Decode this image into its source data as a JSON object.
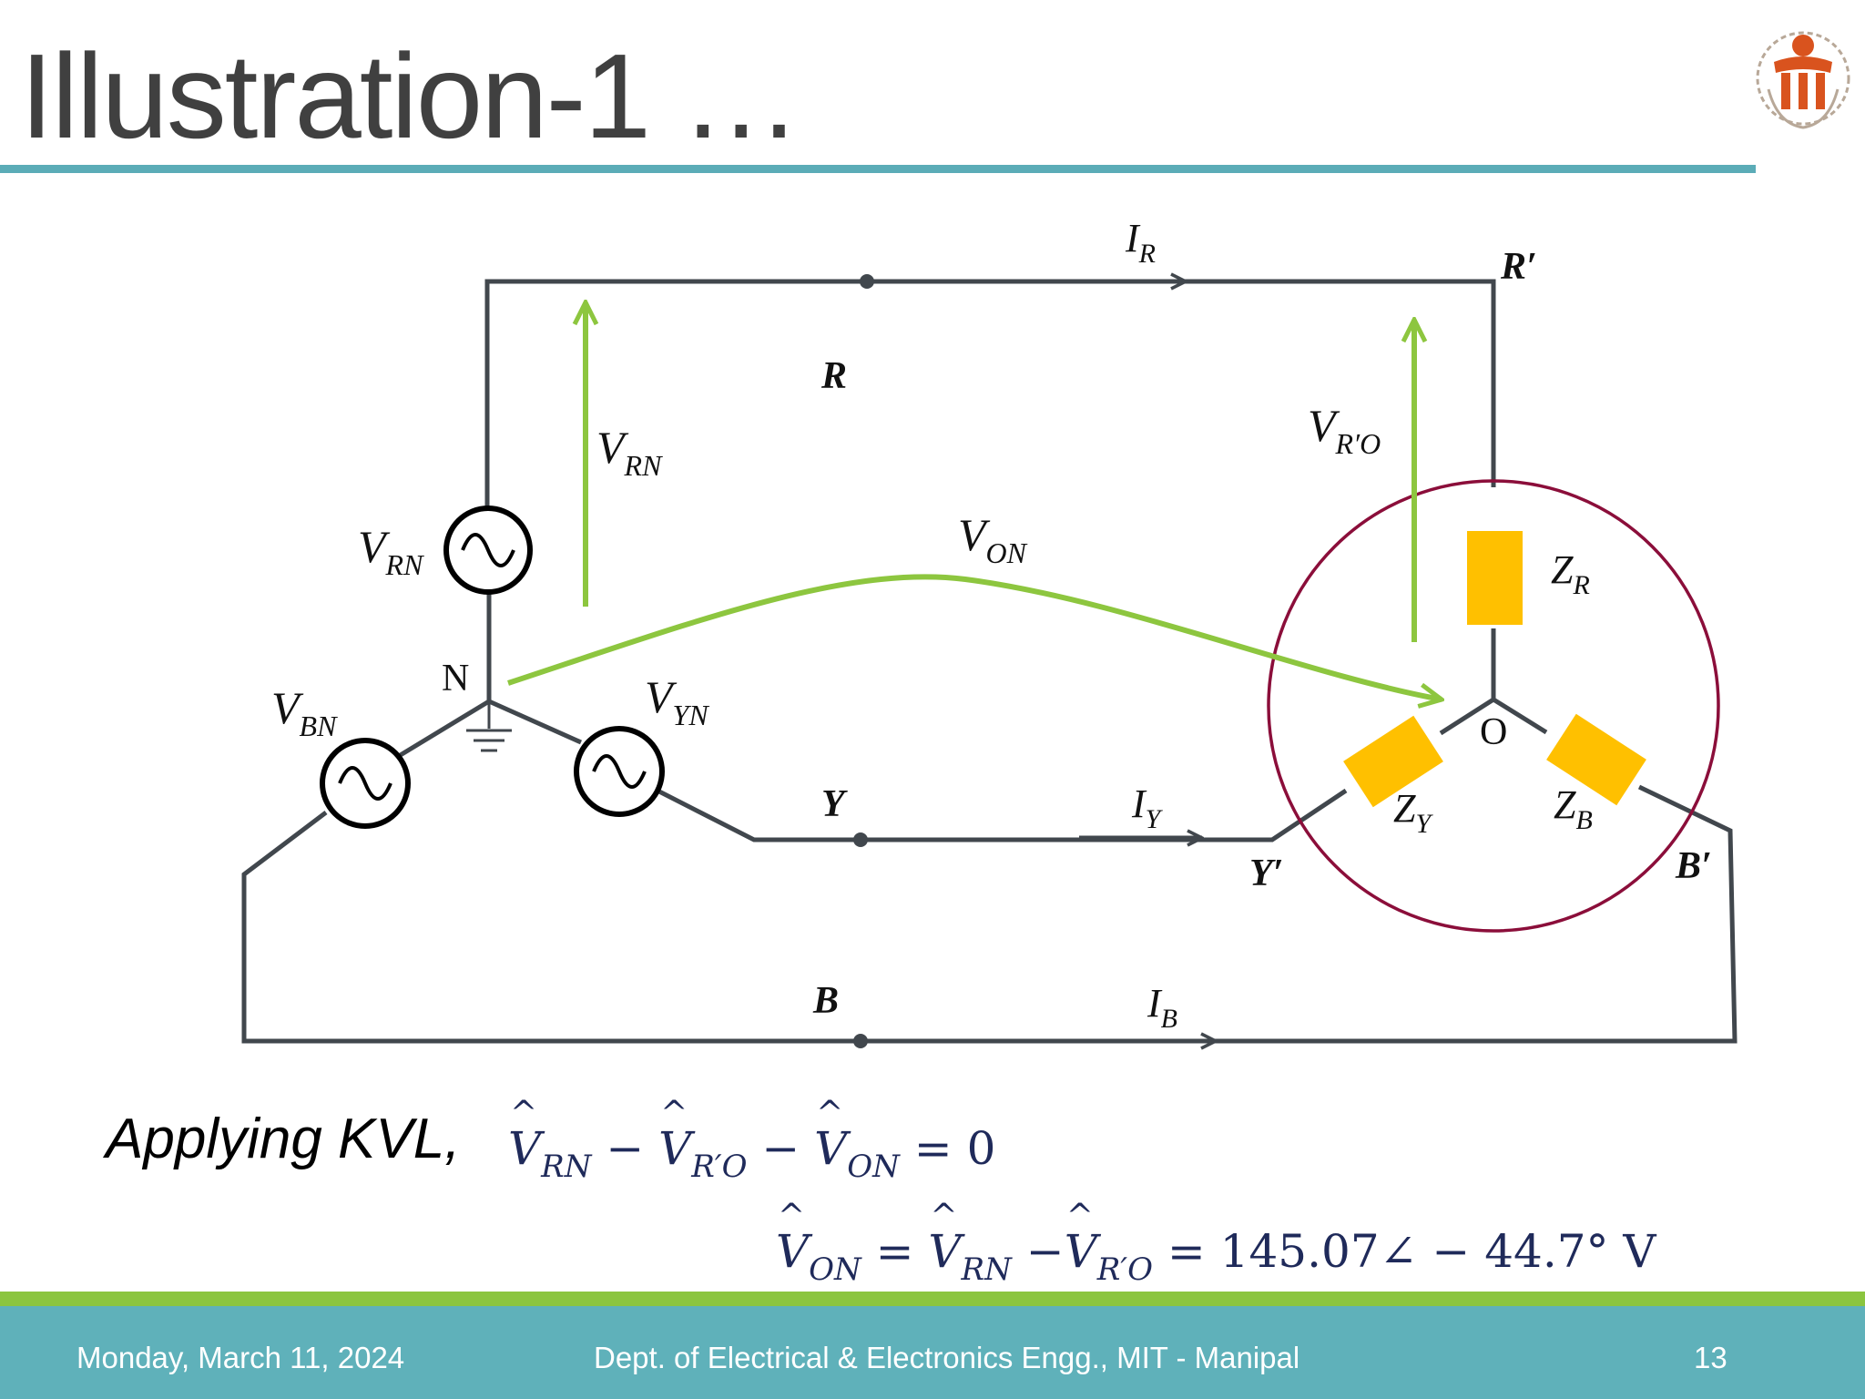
{
  "slide": {
    "title": "Illustration-1 …",
    "kvl_text": "Applying KVL,"
  },
  "equation1": {
    "v1": "V",
    "s1": "RN",
    "op1": " − ",
    "v2": "V",
    "s2": "R′O",
    "op2": " − ",
    "v3": "V",
    "s3": "ON",
    "rhs": " = 0"
  },
  "equation2": {
    "v1": "V",
    "s1": "ON",
    "op1": " = ",
    "v2": "V",
    "s2": "RN",
    "op2": " −",
    "v3": "V",
    "s3": "R′O",
    "rhs": " = 145.07∠ − 44.7° V"
  },
  "diagram": {
    "labels": {
      "IR": {
        "main": "I",
        "sub": "R"
      },
      "IY": {
        "main": "I",
        "sub": "Y"
      },
      "IB": {
        "main": "I",
        "sub": "B"
      },
      "R": "R",
      "Y": "Y",
      "B": "B",
      "Rp": "R′",
      "Yp": "Y′",
      "Bp": "B′",
      "N": "N",
      "O": "O",
      "VRN_arrow": {
        "main": "V",
        "sub": "RN"
      },
      "VRN_src": {
        "main": "V",
        "sub": "RN"
      },
      "VBN": {
        "main": "V",
        "sub": "BN"
      },
      "VYN": {
        "main": "V",
        "sub": "YN"
      },
      "VON": {
        "main": "V",
        "sub": "ON"
      },
      "VRO": {
        "main": "V",
        "sub": "R′O"
      },
      "ZR": {
        "main": "Z",
        "sub": "R"
      },
      "ZY": {
        "main": "Z",
        "sub": "Y"
      },
      "ZB": {
        "main": "Z",
        "sub": "B"
      }
    },
    "colors": {
      "wire": "#41474d",
      "arrow": "#8dc63f",
      "impedance": "#ffc000",
      "circle": "#8b0e3a"
    }
  },
  "footer": {
    "date": "Monday, March 11, 2024",
    "dept": "Dept. of Electrical & Electronics Engg., MIT - Manipal",
    "page": "13"
  },
  "logo": {
    "icon": "mit-logo-icon"
  }
}
